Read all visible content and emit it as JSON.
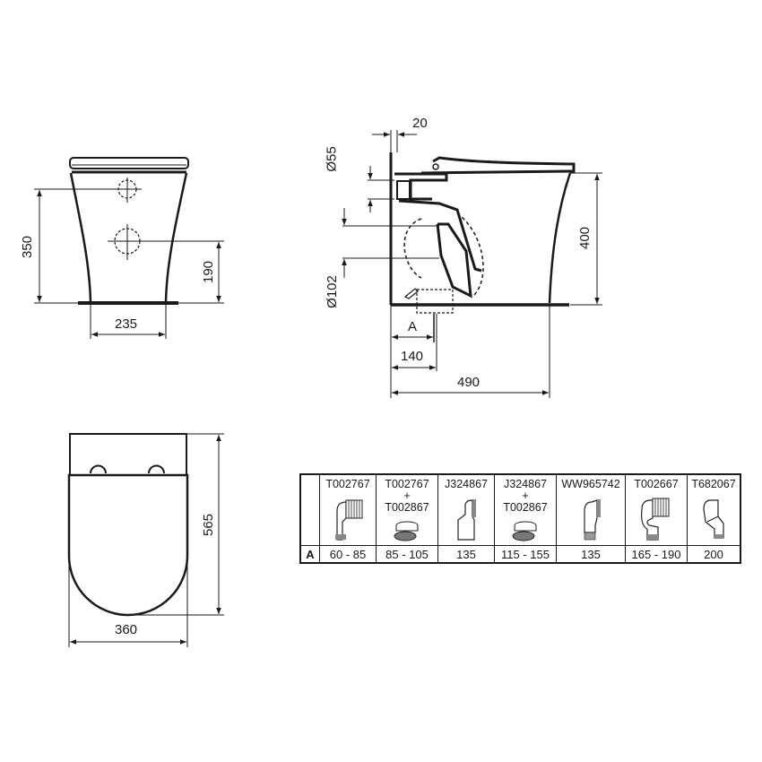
{
  "front_view": {
    "dims": {
      "height_inlet": "350",
      "height_outlet": "190",
      "base_width": "235"
    }
  },
  "side_view": {
    "dims": {
      "wall_gap": "20",
      "inlet_dia": "Ø55",
      "outlet_dia": "Ø102",
      "height": "400",
      "offset_a": "A",
      "outlet_offset": "140",
      "depth": "490"
    }
  },
  "top_view": {
    "dims": {
      "length": "565",
      "width": "360"
    }
  },
  "fittings_table": {
    "row_key": "A",
    "columns": [
      {
        "code": "T002767",
        "plus": "",
        "code2": "",
        "icon": "pan-connector-90-bend-icon",
        "range": "60 - 85"
      },
      {
        "code": "T002767",
        "plus": "+",
        "code2": "T002867",
        "icon": "offset-collar-icon",
        "range": "85 - 105"
      },
      {
        "code": "J324867",
        "plus": "",
        "code2": "",
        "icon": "offset-pan-connector-icon",
        "range": "135"
      },
      {
        "code": "J324867",
        "plus": "+",
        "code2": "T002867",
        "icon": "offset-collar-icon",
        "range": "115 - 155"
      },
      {
        "code": "WW965742",
        "plus": "",
        "code2": "",
        "icon": "s-trap-connector-icon",
        "range": "135"
      },
      {
        "code": "T002667",
        "plus": "",
        "code2": "",
        "icon": "adjustable-bend-icon",
        "range": "165 - 190"
      },
      {
        "code": "T682067",
        "plus": "",
        "code2": "",
        "icon": "angled-trap-connector-icon",
        "range": "200"
      }
    ]
  }
}
